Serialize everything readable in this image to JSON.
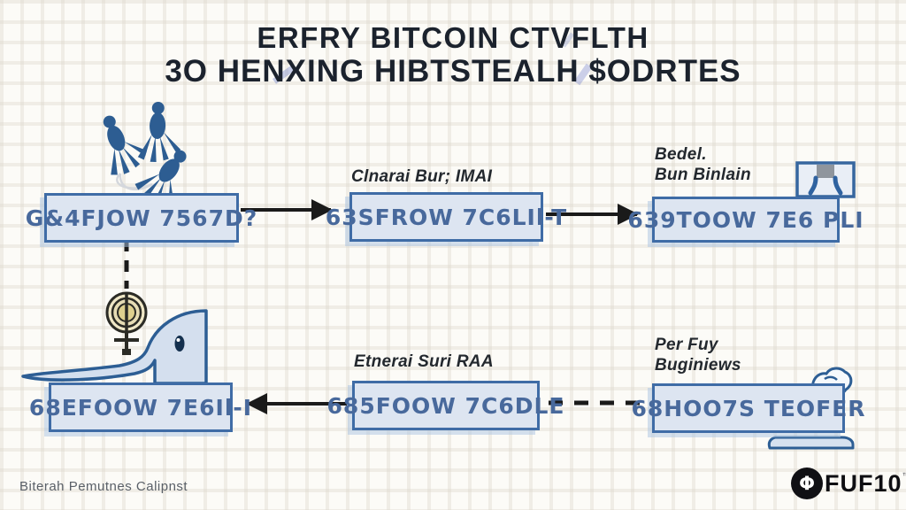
{
  "title": {
    "line1": "ERFRY BITCOIN CTVFLTH",
    "line2": "3O HENXING HIBTSTEALH $ODRTES"
  },
  "flow": {
    "top_row": [
      {
        "text": "G&4FJOW 7567D?"
      },
      {
        "label": "Clnarai Bur; IMAI",
        "text": "63SFROW 7C6LIl-T"
      },
      {
        "label1": "Bedel.",
        "label2": "Bun Binlain",
        "text": "639TOOW 7E6 PLI"
      }
    ],
    "bottom_row": [
      {
        "text": "68EFOOW 7E6Il-I"
      },
      {
        "label": "Etnerai Suri RAA",
        "text": "685FOOW 7C6DLE"
      },
      {
        "label1": "Per Fuy",
        "label2": "Buginiews",
        "text": "68HOO7S TEOFER"
      }
    ]
  },
  "connectors": [
    {
      "from": "box-1",
      "to": "box-2",
      "style": "solid-arrow-right"
    },
    {
      "from": "box-2",
      "to": "box-3",
      "style": "solid-arrow-right"
    },
    {
      "from": "box-5",
      "to": "box-4",
      "style": "solid-arrow-left"
    },
    {
      "from": "box-6",
      "to": "box-5",
      "style": "dashed-line"
    },
    {
      "from": "box-1",
      "to": "coin-medal",
      "style": "dashed-line-vertical"
    }
  ],
  "icons": {
    "top_left": "three-birds-icon",
    "divider": "coin-medal-icon",
    "bottom_left": "whale-head-icon",
    "top_right": "table-icon",
    "box6_corner": "hand-doodle-icon",
    "box6_bottom": "mouse-doodle-icon"
  },
  "footer": {
    "caption": "Biterah Pemutnes Calipnst",
    "logo_symbol": "Φ",
    "logo_text": "FUF10",
    "logo_mark": "™"
  },
  "colors": {
    "accent_blue": "#3f6ca6",
    "box_fill": "#dde5f1",
    "box_text": "#48699c",
    "icon_blue": "#2d5d92",
    "arrow_black": "#1a1a1a",
    "title_text": "#1b222d",
    "coin_fill": "#efe7c6",
    "logo_bg": "#101014",
    "background": "#fcfbf7"
  }
}
